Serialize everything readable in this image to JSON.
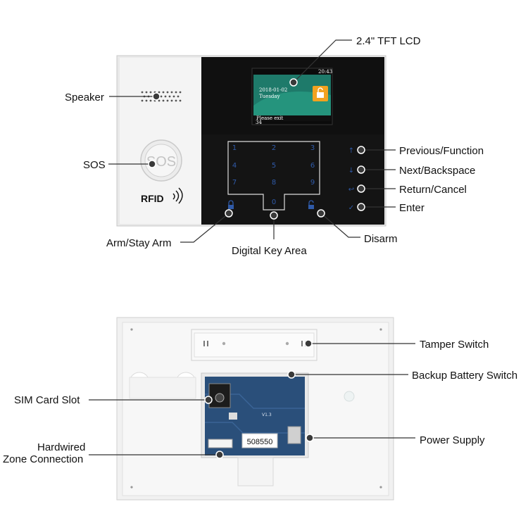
{
  "front": {
    "labels": {
      "lcd": "2.4\" TFT LCD",
      "speaker": "Speaker",
      "sos": "SOS",
      "previous": "Previous/Function",
      "next": "Next/Backspace",
      "return": "Return/Cancel",
      "enter": "Enter",
      "arm": "Arm/Stay Arm",
      "digital_key_area": "Digital Key Area",
      "disarm": "Disarm"
    },
    "device": {
      "sos_text": "SOS",
      "rfid_text": "RFID",
      "screen_date": "2018-01-02",
      "screen_day": "Tuesday",
      "screen_msg": "Please exit",
      "screen_time": "20:43",
      "screen_num": "34",
      "keys": [
        "1",
        "2",
        "3",
        "4",
        "5",
        "6",
        "7",
        "8",
        "9",
        "",
        "0",
        ""
      ],
      "side_arrows": [
        "↑",
        "↓",
        "↩",
        "✓"
      ]
    }
  },
  "back": {
    "labels": {
      "tamper": "Tamper Switch",
      "backup": "Backup Battery Switch",
      "sim": "SIM Card Slot",
      "power": "Power Supply",
      "hardwired_1": "Hardwired",
      "hardwired_2": "Zone Connection"
    },
    "device": {
      "sticker": "508550",
      "board_text": "V1.3"
    }
  },
  "colors": {
    "panel_black": "#141414",
    "screen_green": "#1e7a6a",
    "lock_orange": "#f2a21f",
    "pcb_blue": "#2a4f7a",
    "key_blue": "#2f5aa8"
  }
}
